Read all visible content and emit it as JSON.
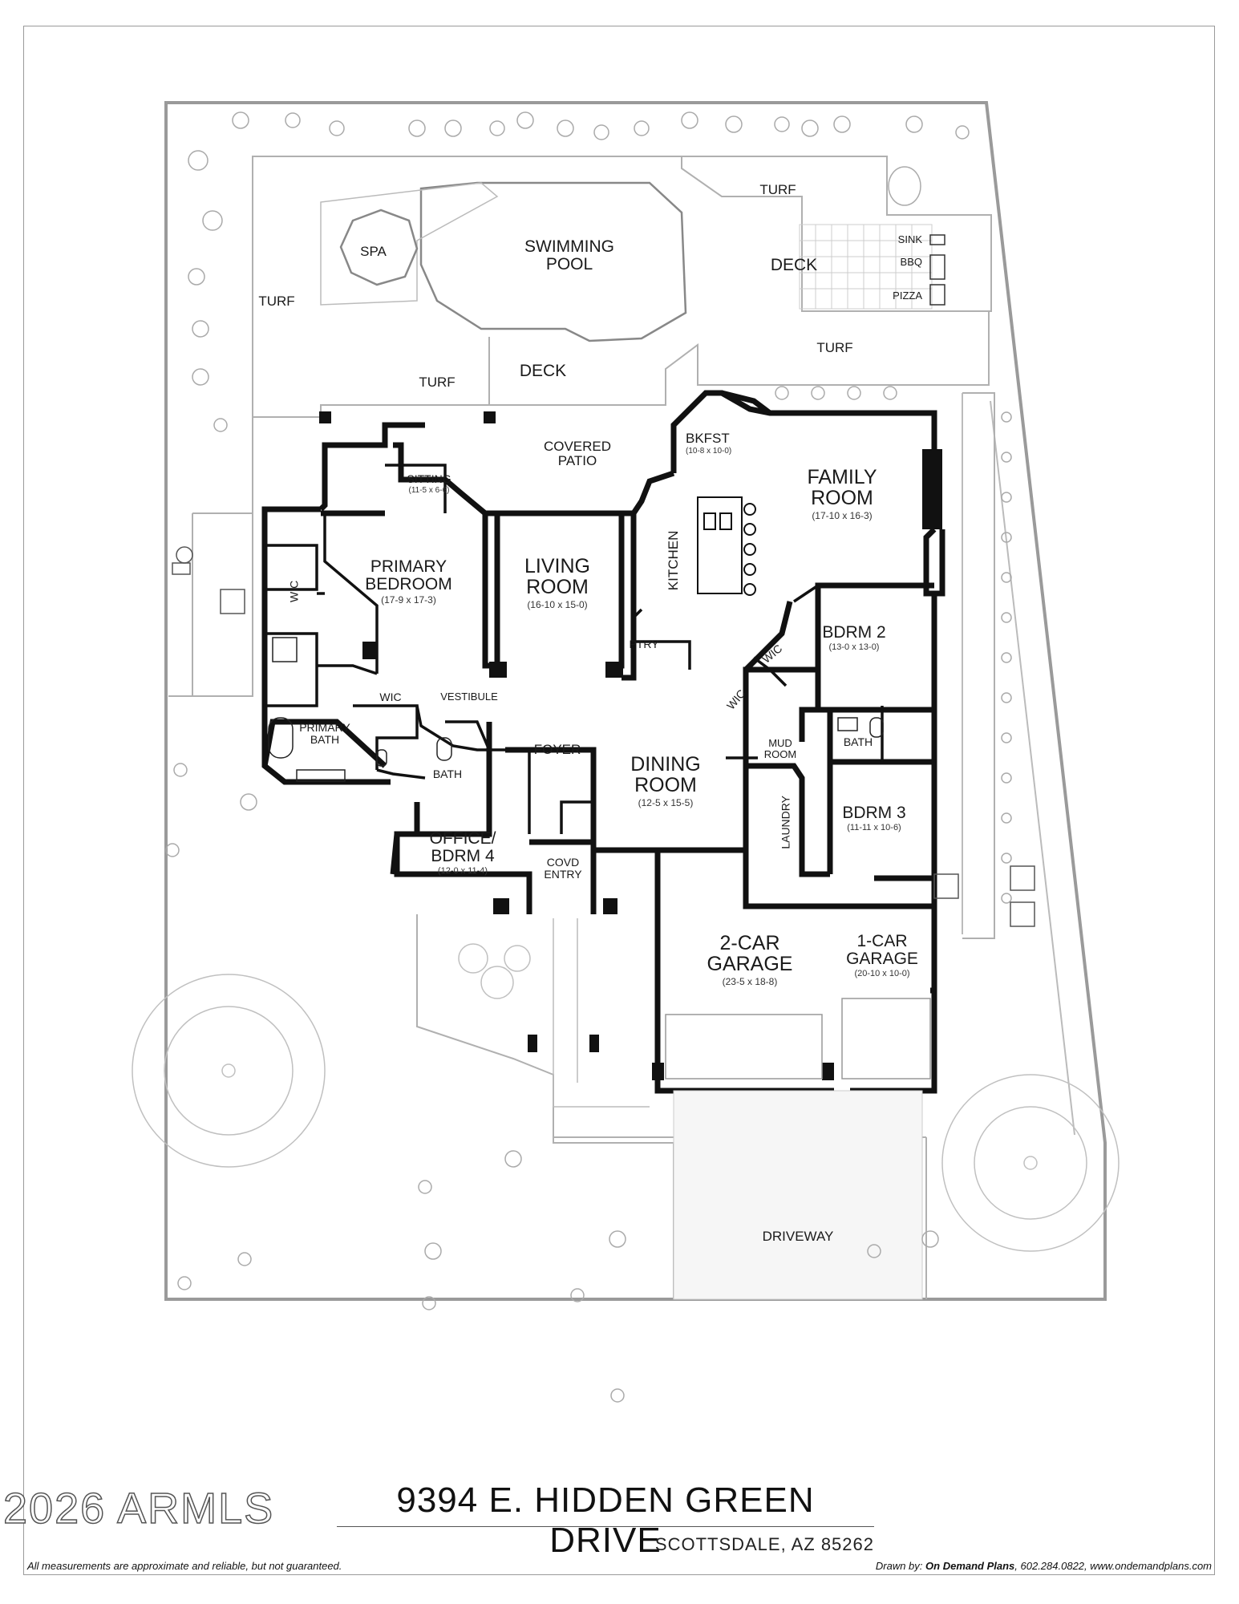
{
  "rooms": {
    "spa": {
      "name": "SPA"
    },
    "pool": {
      "name1": "SWIMMING",
      "name2": "POOL"
    },
    "turf_top": {
      "name": "TURF"
    },
    "turf_left": {
      "name": "TURF"
    },
    "turf_mid": {
      "name": "TURF"
    },
    "turf_right": {
      "name": "TURF"
    },
    "deck_top": {
      "name": "DECK"
    },
    "deck_mid": {
      "name": "DECK"
    },
    "sink": {
      "name": "SINK"
    },
    "bbq": {
      "name": "BBQ"
    },
    "pizza": {
      "name": "PIZZA"
    },
    "covered_patio": {
      "name1": "COVERED",
      "name2": "PATIO"
    },
    "sitting": {
      "name": "SITTING",
      "dim": "(11-5 x 6-6)"
    },
    "bkfst": {
      "name": "BKFST",
      "dim": "(10-8 x 10-0)"
    },
    "family": {
      "name1": "FAMILY",
      "name2": "ROOM",
      "dim": "(17-10 x 16-3)"
    },
    "primary_bed": {
      "name1": "PRIMARY",
      "name2": "BEDROOM",
      "dim": "(17-9 x 17-3)"
    },
    "living": {
      "name1": "LIVING",
      "name2": "ROOM",
      "dim": "(16-10 x 15-0)"
    },
    "kitchen": {
      "name": "KITCHEN"
    },
    "pantry": {
      "name": "PTRY"
    },
    "wic_primary": {
      "name": "WIC"
    },
    "wic_vestibule": {
      "name": "WIC"
    },
    "wic_bdrm2": {
      "name": "WIC"
    },
    "wic_hall": {
      "name": "WIC"
    },
    "bdrm2": {
      "name": "BDRM 2",
      "dim": "(13-0 x 13-0)"
    },
    "vestibule": {
      "name": "VESTIBULE"
    },
    "primary_bath": {
      "name1": "PRIMARY",
      "name2": "BATH"
    },
    "bath_hall": {
      "name": "BATH"
    },
    "bath_right": {
      "name": "BATH"
    },
    "foyer": {
      "name": "FOYER"
    },
    "dining": {
      "name1": "DINING",
      "name2": "ROOM",
      "dim": "(12-5 x 15-5)"
    },
    "mud_room": {
      "name1": "MUD",
      "name2": "ROOM"
    },
    "laundry": {
      "name": "LAUNDRY"
    },
    "bdrm3": {
      "name": "BDRM 3",
      "dim": "(11-11 x 10-6)"
    },
    "office": {
      "name1": "OFFICE/",
      "name2": "BDRM 4",
      "dim": "(12-0 x 11-4)"
    },
    "covd_entry": {
      "name1": "COVD",
      "name2": "ENTRY"
    },
    "garage2": {
      "name1": "2-CAR",
      "name2": "GARAGE",
      "dim": "(23-5 x 18-8)"
    },
    "garage1": {
      "name1": "1-CAR",
      "name2": "GARAGE",
      "dim": "(20-10 x 10-0)"
    },
    "driveway": {
      "name": "DRIVEWAY"
    }
  },
  "address": "9394 E. HIDDEN GREEN DRIVE",
  "city": "SCOTTSDALE, AZ 85262",
  "watermark": "2026 ARMLS",
  "disclaimer": "All measurements are approximate and reliable, but not guaranteed.",
  "credit": {
    "prefix": "Drawn by:",
    "company": "On Demand Plans",
    "contact": ", 602.284.0822, www.ondemandplans.com"
  }
}
